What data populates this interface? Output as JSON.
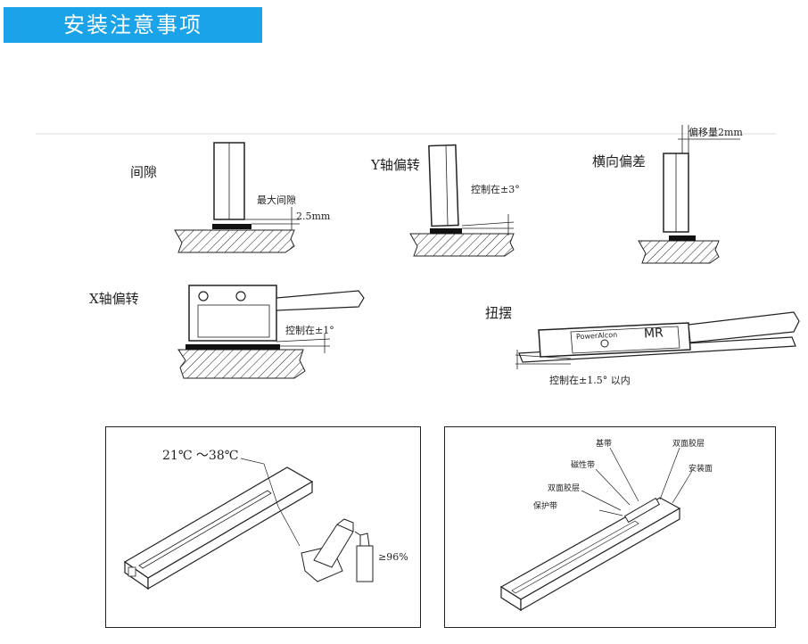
{
  "header": {
    "title": "安装注意事项"
  },
  "diagrams": {
    "gap": {
      "title": "间隙",
      "label": "最大间隙",
      "value": "2.5mm"
    },
    "y_offset": {
      "title": "Y轴偏转",
      "label": "控制在±3°"
    },
    "lateral": {
      "title": "横向偏差",
      "label": "偏移量2mm"
    },
    "x_offset": {
      "title": "X轴偏转",
      "label": "控制在±1°"
    },
    "twist": {
      "title": "扭摆",
      "label": "控制在±1.5° 以内",
      "sensor_brand": "PowerAlcon",
      "sensor_model": "MR"
    }
  },
  "panel_left": {
    "temp": "21℃ ～38℃",
    "purity": "≥96%"
  },
  "panel_right": {
    "layers": [
      "基带",
      "磁性带",
      "双面胶层",
      "安装面",
      "双面胶层",
      "保护带"
    ]
  },
  "colors": {
    "banner": "#1aa3e8",
    "line": "#222222"
  }
}
